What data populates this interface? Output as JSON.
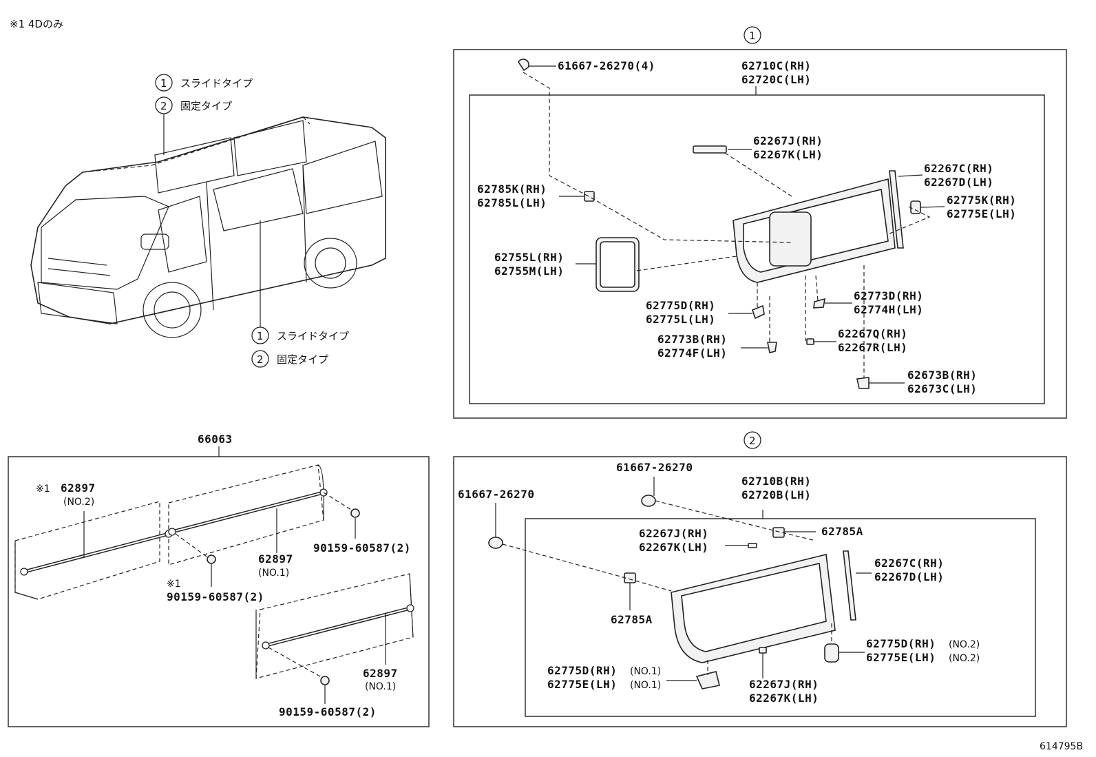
{
  "corner_note": "※1 4Dのみ",
  "figure_id": "614795B",
  "van": {
    "callouts": [
      {
        "num": "1",
        "text": "スライドタイプ"
      },
      {
        "num": "2",
        "text": "固定タイプ"
      },
      {
        "num": "1",
        "text": "スライドタイプ"
      },
      {
        "num": "2",
        "text": "固定タイプ"
      }
    ]
  },
  "panel1": {
    "marker": "1",
    "labels": [
      "61667-26270(4)",
      "62710C(RH)",
      "62720C(LH)",
      "62267J(RH)",
      "62267K(LH)",
      "62267C(RH)",
      "62267D(LH)",
      "62785K(RH)",
      "62785L(LH)",
      "62775K(RH)",
      "62775E(LH)",
      "62755L(RH)",
      "62755M(LH)",
      "62773D(RH)",
      "62774H(LH)",
      "62775D(RH)",
      "62775L(LH)",
      "62267Q(RH)",
      "62267R(LH)",
      "62773B(RH)",
      "62774F(LH)",
      "62673B(RH)",
      "62673C(LH)"
    ]
  },
  "panel2": {
    "marker": "2",
    "labels": [
      "61667-26270",
      "62710B(RH)",
      "62720B(LH)",
      "61667-26270",
      "62785A",
      "62267J(RH)",
      "62267K(LH)",
      "62267C(RH)",
      "62267D(LH)",
      "62785A",
      "62775D(RH)",
      "(NO.2)",
      "62775E(LH)",
      "(NO.2)",
      "62775D(RH)",
      "(NO.1)",
      "62775E(LH)",
      "(NO.1)",
      "62267J(RH)",
      "62267K(LH)"
    ]
  },
  "panel3": {
    "title": "66063",
    "labels": [
      "※1",
      "62897",
      "(NO.2)",
      "90159-60587(2)",
      "62897",
      "(NO.1)",
      "※1",
      "90159-60587(2)",
      "62897",
      "(NO.1)",
      "90159-60587(2)"
    ]
  }
}
